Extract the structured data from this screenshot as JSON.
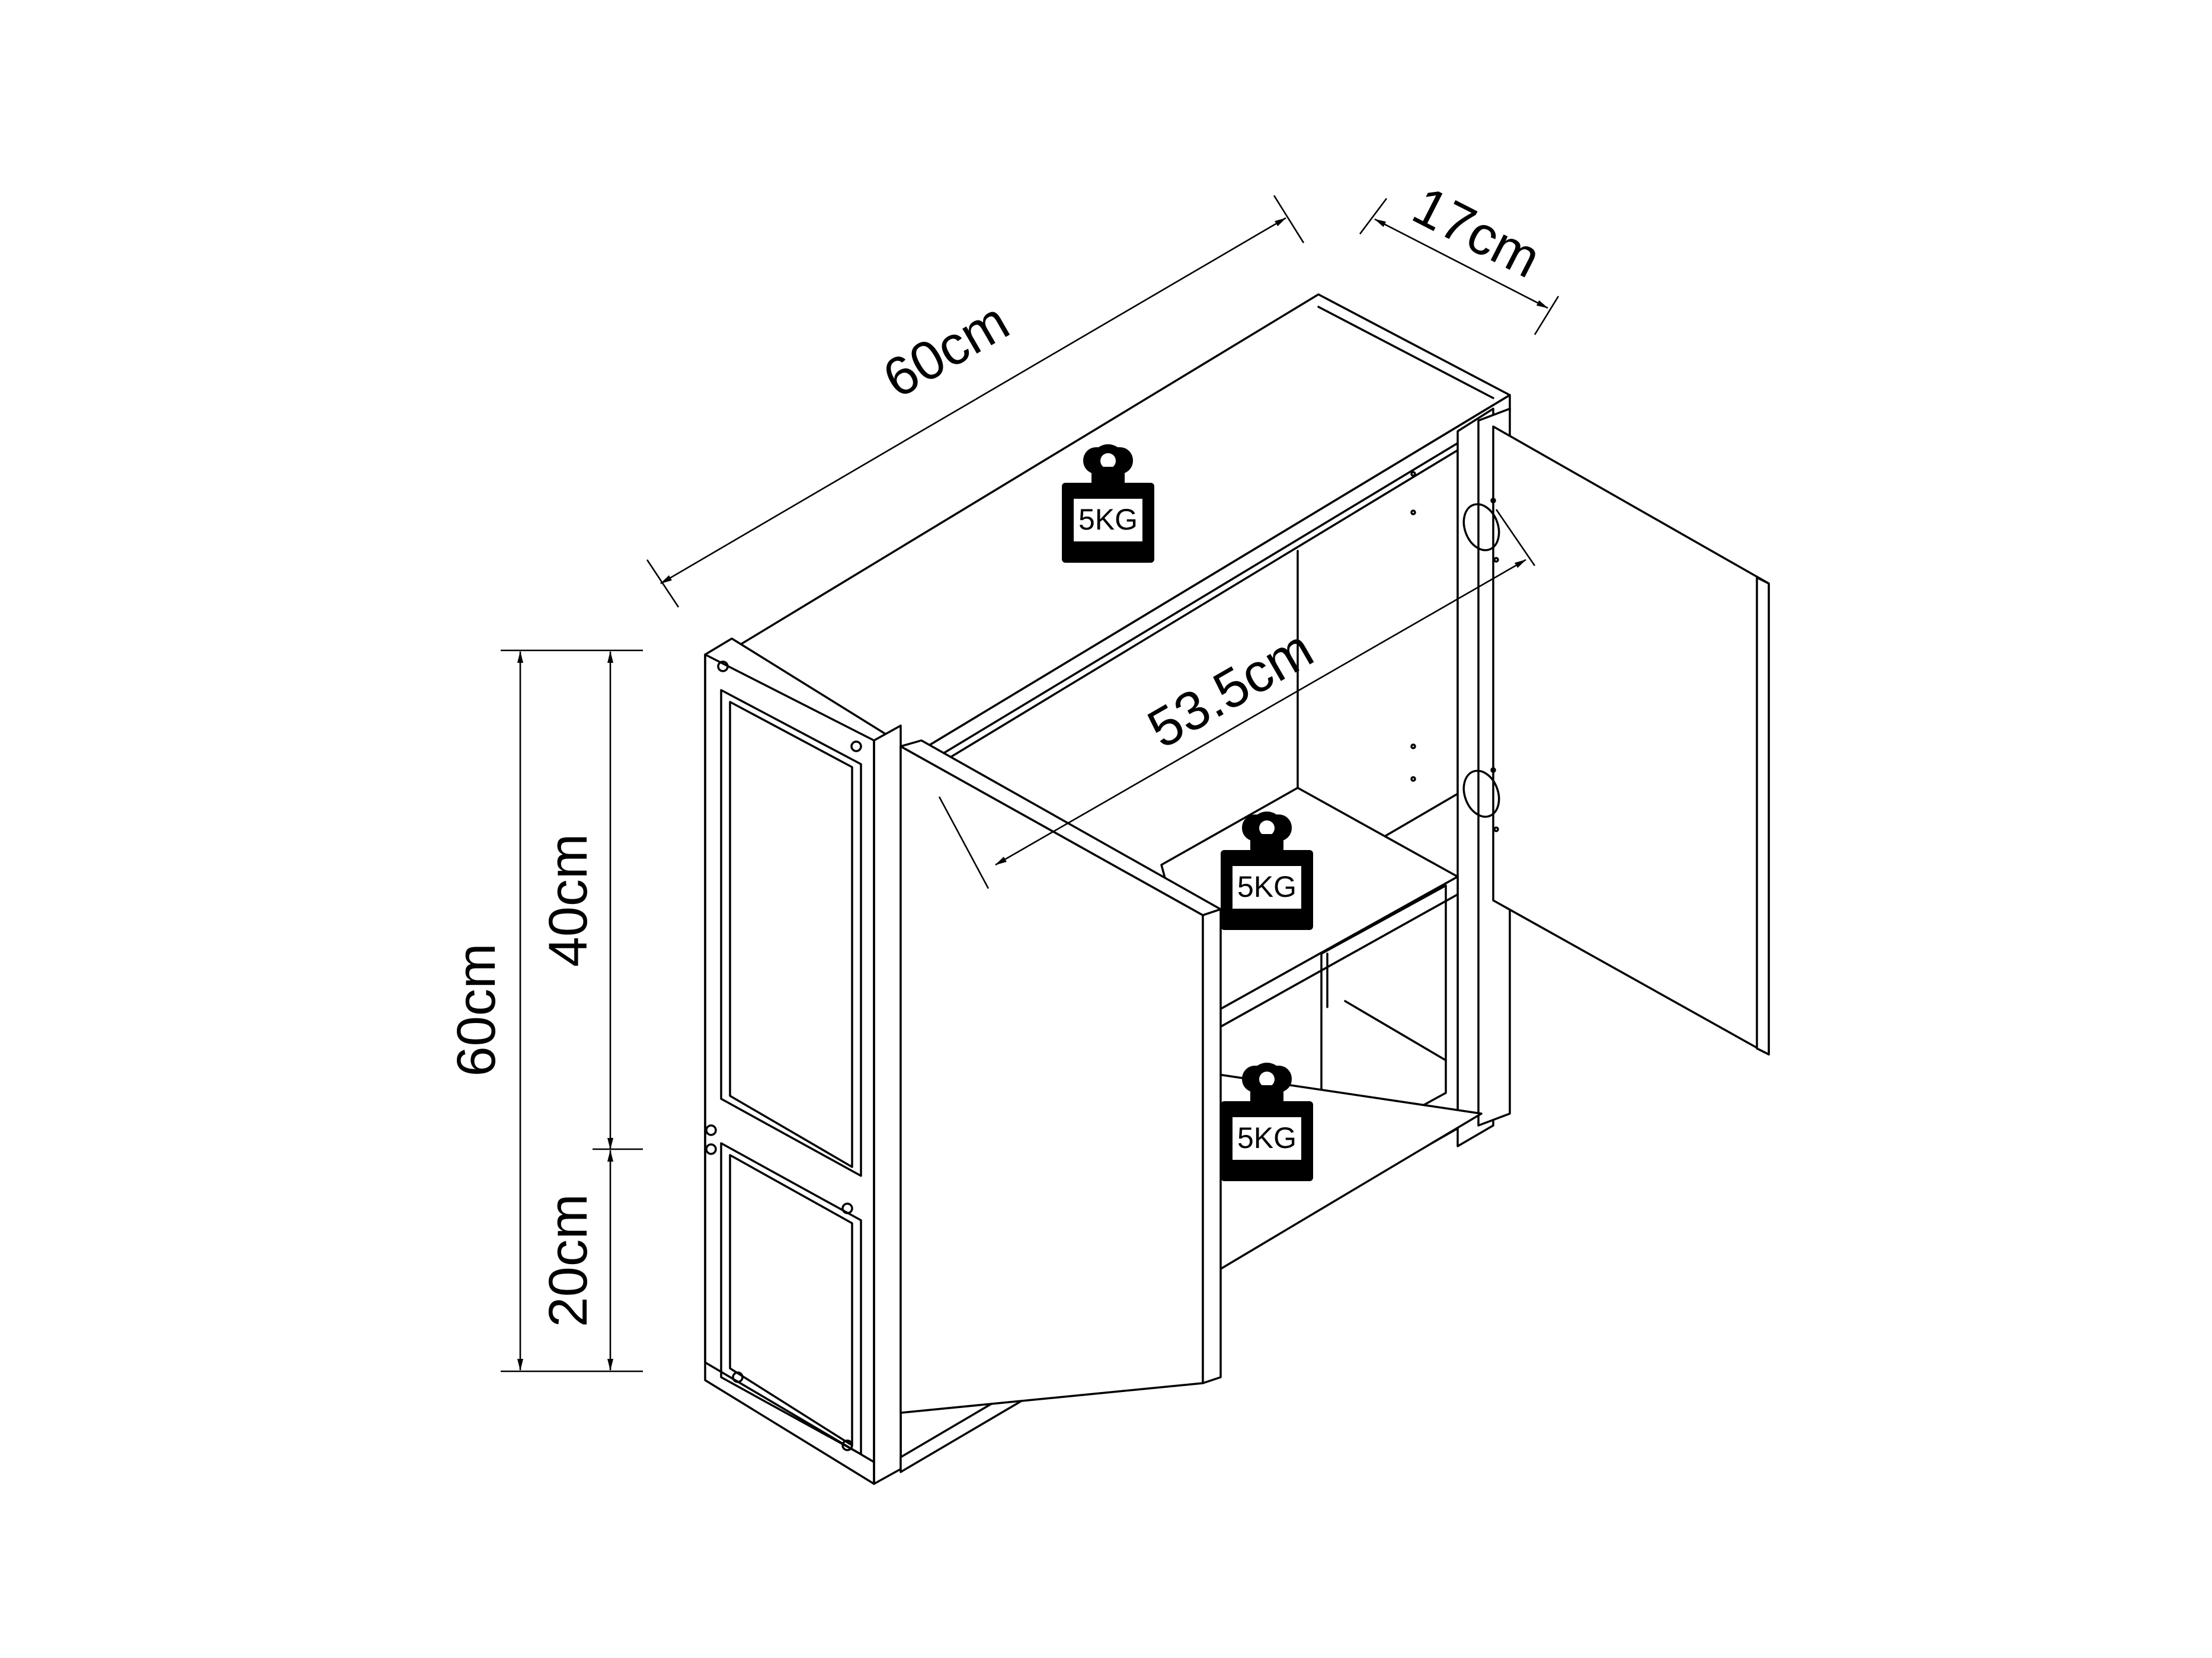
{
  "dimensions": {
    "width_top": "60cm",
    "depth_top": "17cm",
    "height_total": "60cm",
    "height_upper": "40cm",
    "height_lower": "20cm",
    "inner_width": "53.5cm"
  },
  "load_badges": [
    {
      "label": "5KG",
      "icon": "weight-icon",
      "location": "top"
    },
    {
      "label": "5KG",
      "icon": "weight-icon",
      "location": "middle shelf"
    },
    {
      "label": "5KG",
      "icon": "weight-icon",
      "location": "bottom shelf"
    }
  ]
}
